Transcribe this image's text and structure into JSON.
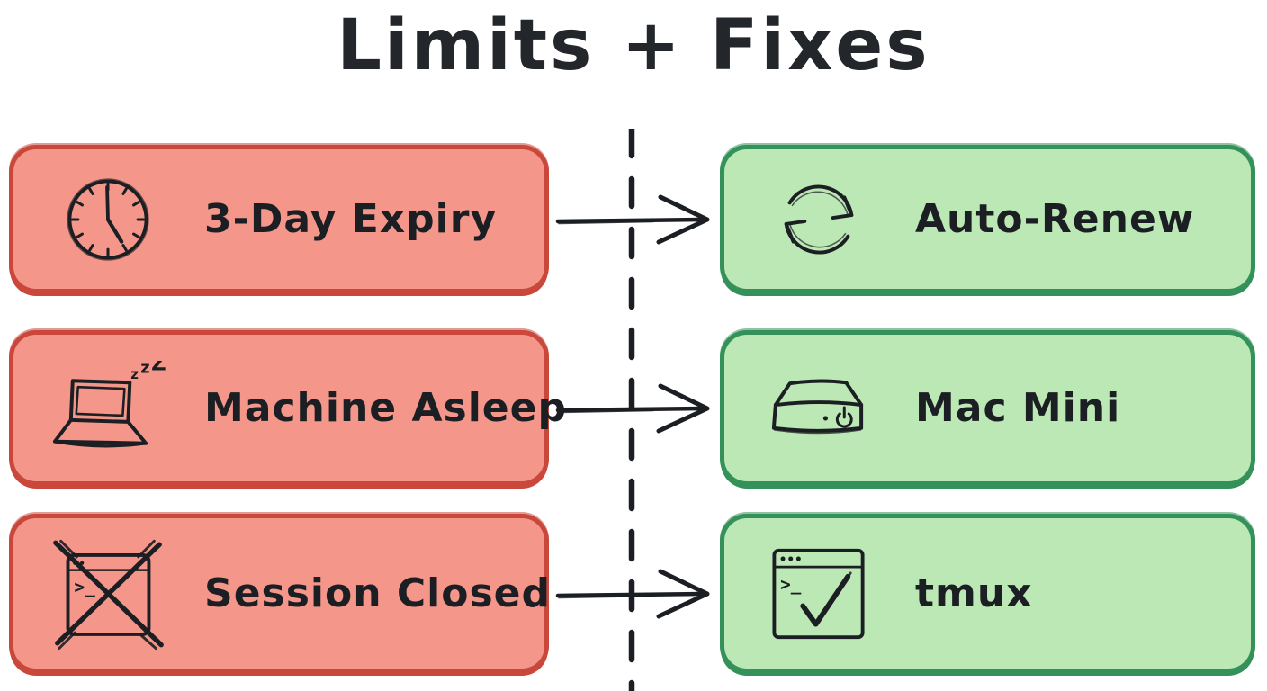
{
  "title": "Limits + Fixes",
  "colors": {
    "page_bg": "#ffffff",
    "ink": "#23262a",
    "red_fill": "#F4978A",
    "red_border": "#C9483B",
    "green_fill": "#BCE8B5",
    "green_border": "#339159"
  },
  "rows": [
    {
      "limit": {
        "label": "3-Day Expiry",
        "icon": "clock-icon"
      },
      "fix": {
        "label": "Auto-Renew",
        "icon": "auto-renew-cycle-icon"
      }
    },
    {
      "limit": {
        "label": "Machine Asleep",
        "icon": "sleeping-laptop-icon"
      },
      "fix": {
        "label": "Mac Mini",
        "icon": "mac-mini-icon"
      }
    },
    {
      "limit": {
        "label": "Session Closed",
        "icon": "terminal-crossed-out-icon"
      },
      "fix": {
        "label": "tmux",
        "icon": "terminal-check-icon"
      }
    }
  ],
  "icon_text": {
    "sleep_z1": "z",
    "sleep_z2": "z",
    "sleep_z3": "Z",
    "terminal_prompt": ">_"
  }
}
